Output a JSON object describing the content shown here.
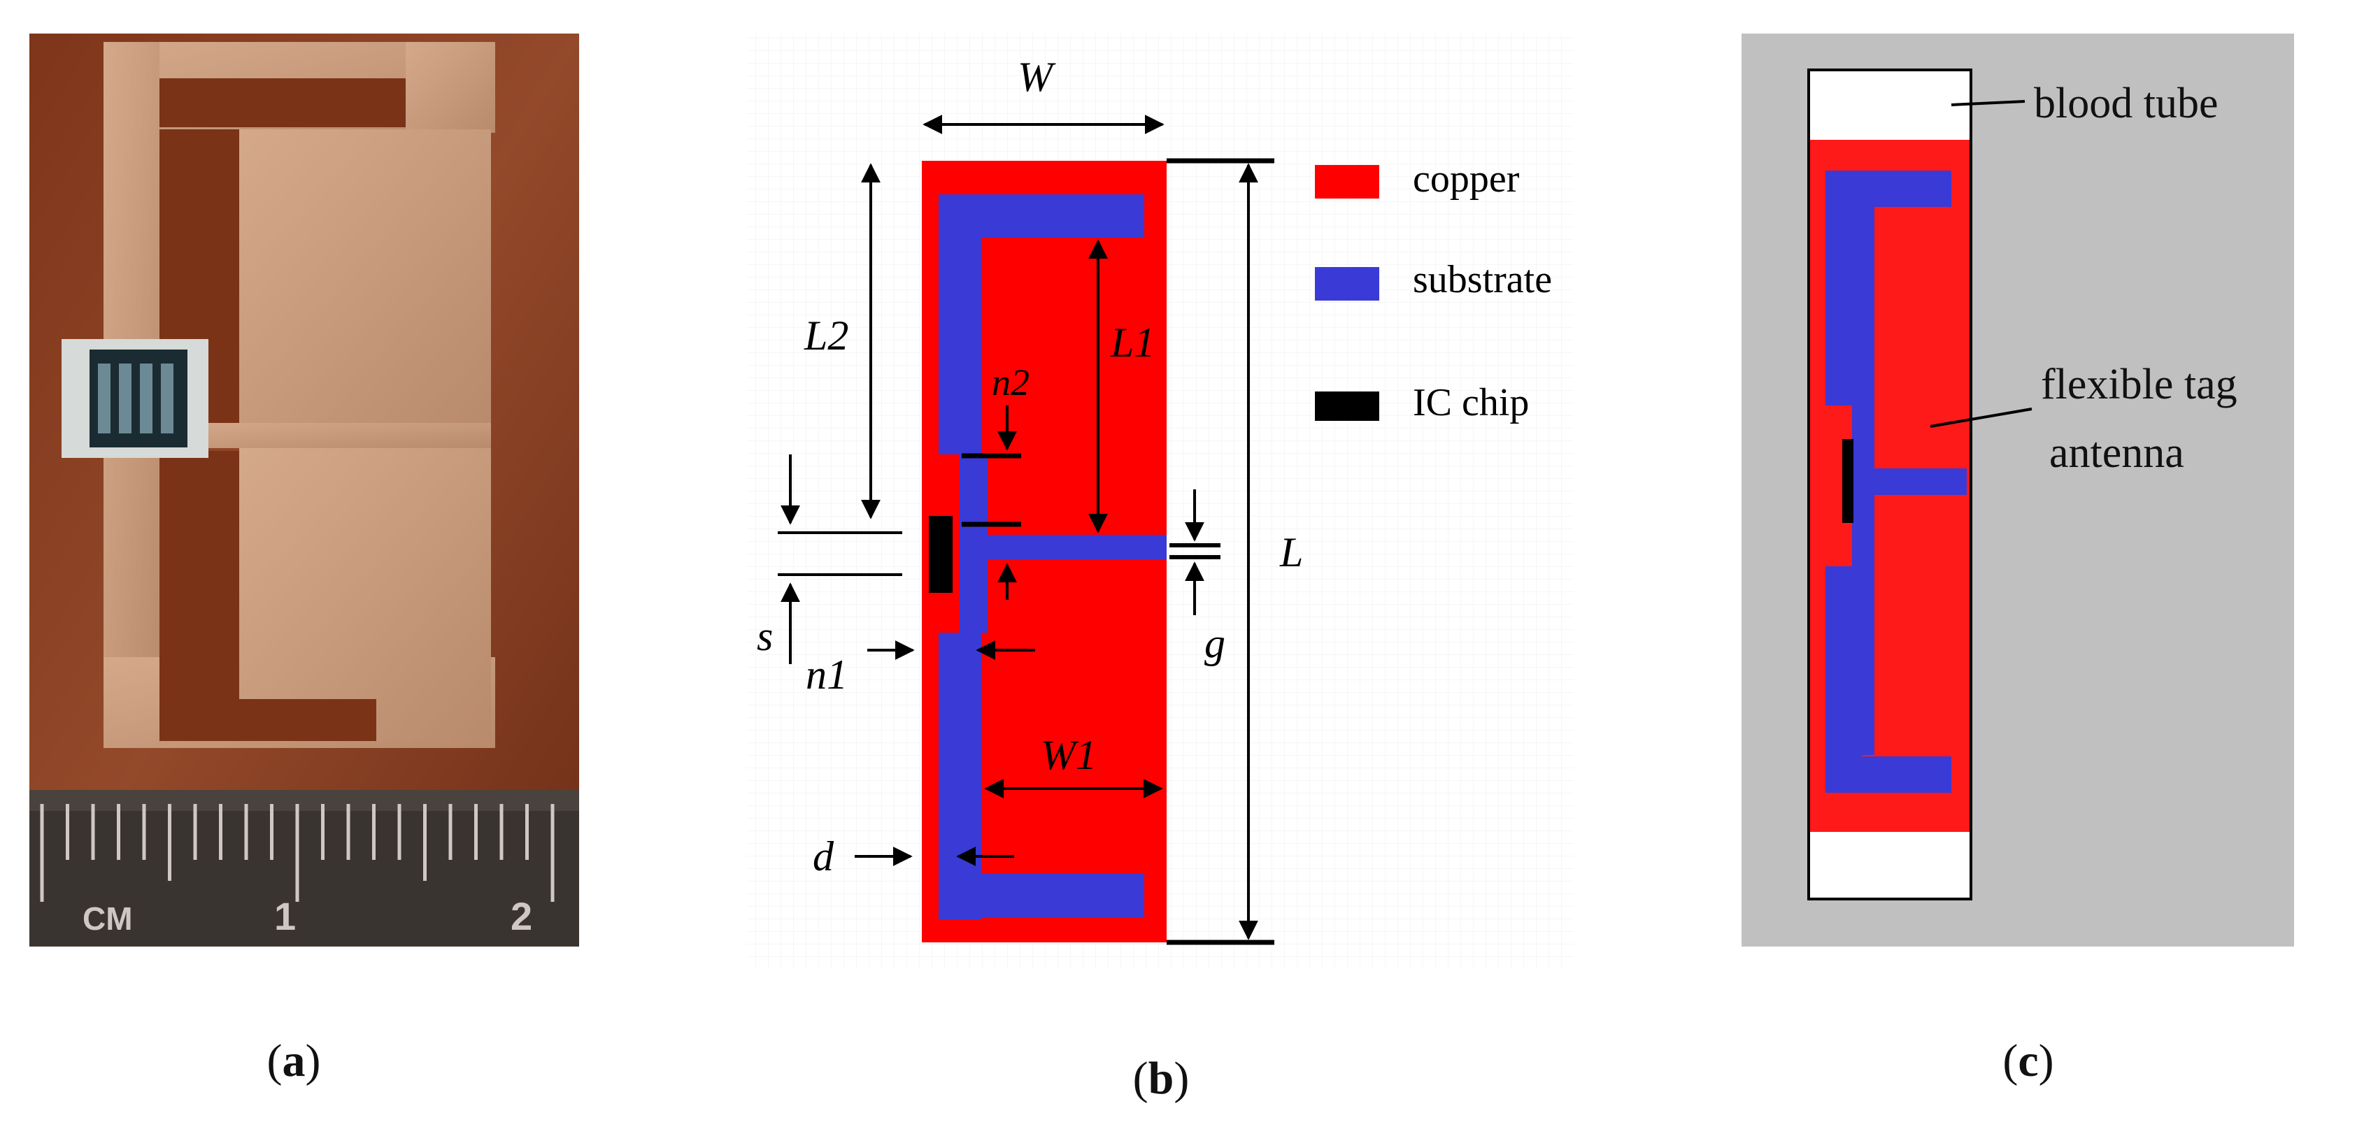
{
  "panels": {
    "a": {
      "caption_letter": "a",
      "ruler": {
        "unit_label": "CM",
        "tick_numbers": [
          "1",
          "2"
        ]
      }
    },
    "b": {
      "caption_letter": "b",
      "dimension_labels": {
        "W": "W",
        "L": "L",
        "L1": "L1",
        "L2": "L2",
        "W1": "W1",
        "n1": "n1",
        "n2": "n2",
        "s": "s",
        "g": "g",
        "d": "d"
      },
      "legend": [
        {
          "label": "copper",
          "color": "#ff0000"
        },
        {
          "label": "substrate",
          "color": "#3a3ad6"
        },
        {
          "label": "IC chip",
          "color": "#000000"
        }
      ]
    },
    "c": {
      "caption_letter": "c",
      "annotations": {
        "blood_tube": "blood tube",
        "tag_line1": "flexible tag",
        "tag_line2": "antenna"
      }
    }
  },
  "colors": {
    "copper": "#ff0000",
    "substrate": "#3a3ad6",
    "chip": "#000000",
    "background_c": "#c0c0c0",
    "photo_board": "#8a3d1e"
  }
}
